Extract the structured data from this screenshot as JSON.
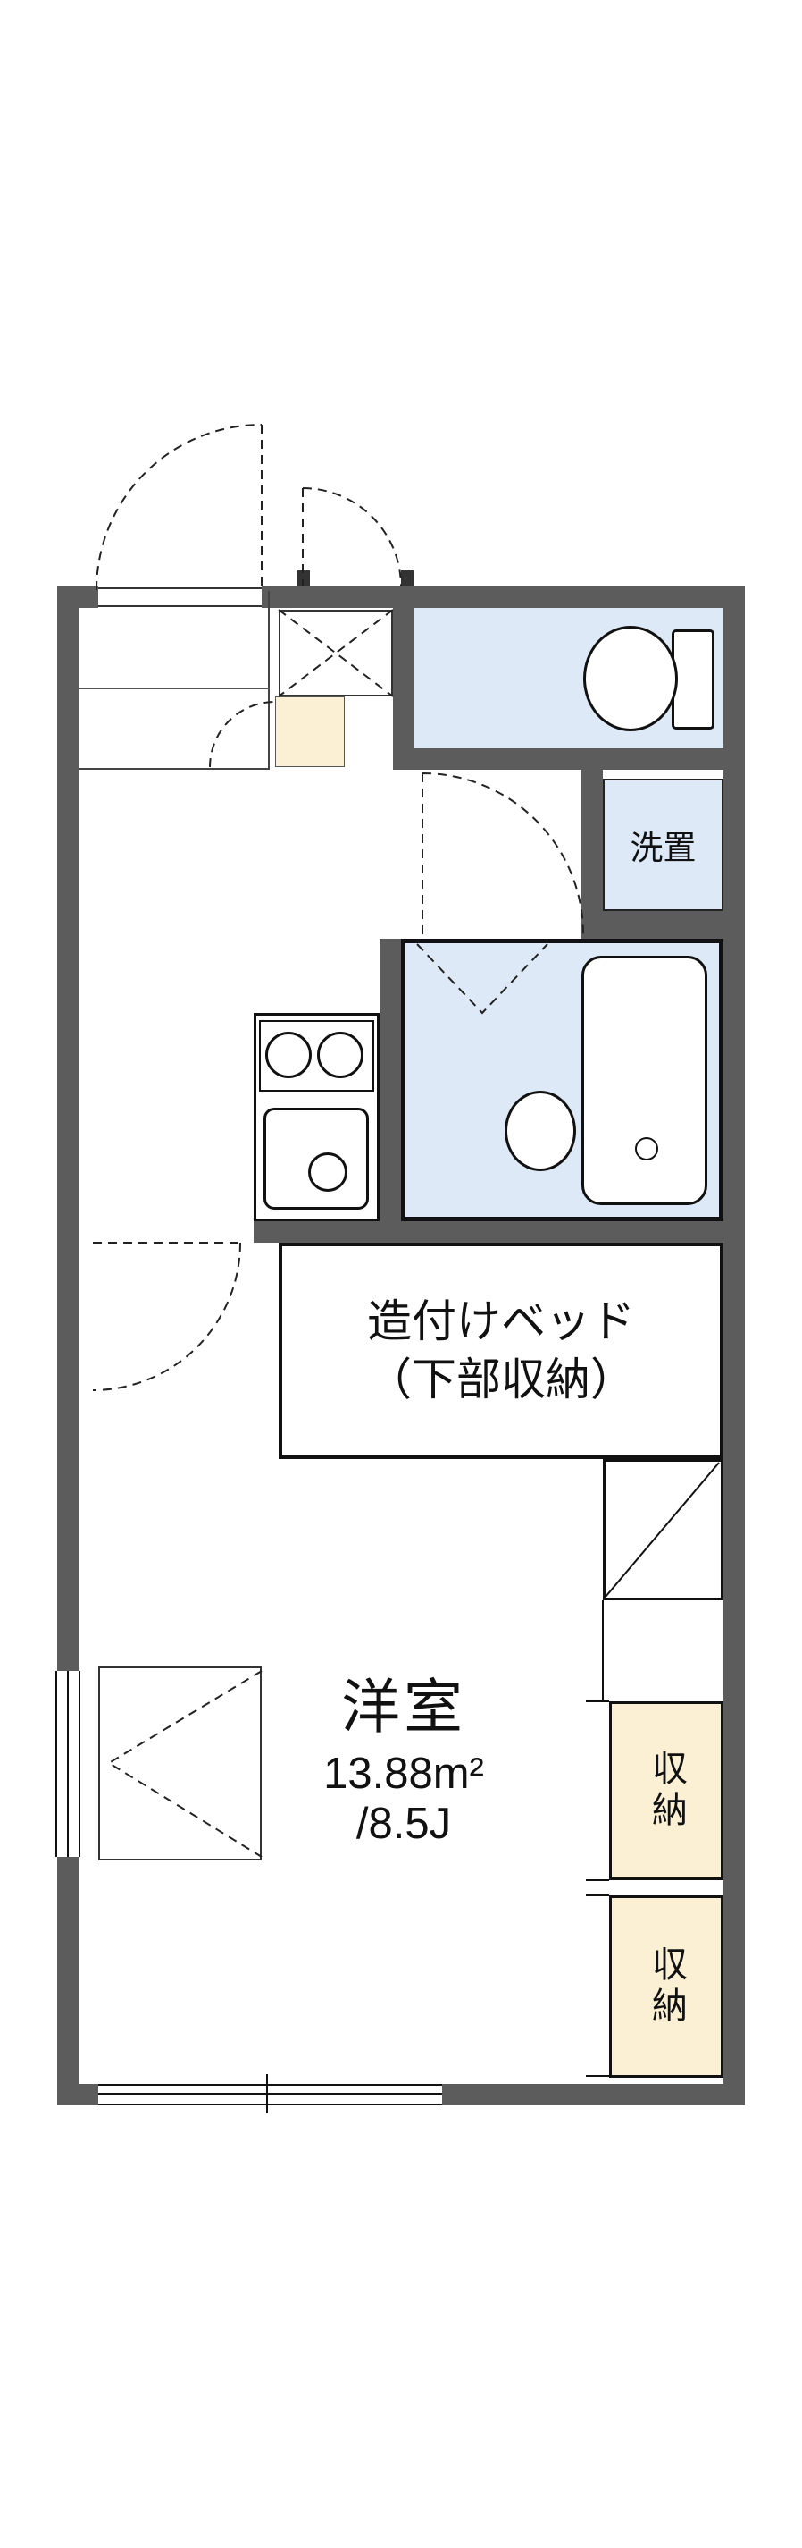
{
  "floorplan": {
    "labels": {
      "built_in_bed_line1": "造付けベッド",
      "built_in_bed_line2": "（下部収納）",
      "main_room_name": "洋室",
      "main_room_area": "13.88m²",
      "main_room_size": "/8.5J",
      "washer": "洗置",
      "storage_top": "収納",
      "storage_bottom": "収納"
    },
    "colors": {
      "wall": "#5c5c5c",
      "wet_room_fill": "#dde9f7",
      "storage_fill": "#fbf0d3",
      "line": "#111111",
      "background": "#ffffff"
    },
    "icons": [
      "toilet-icon",
      "bathtub-icon",
      "washbasin-icon",
      "stove-icon",
      "kitchen-sink-icon",
      "door-swing-arc",
      "window"
    ]
  }
}
